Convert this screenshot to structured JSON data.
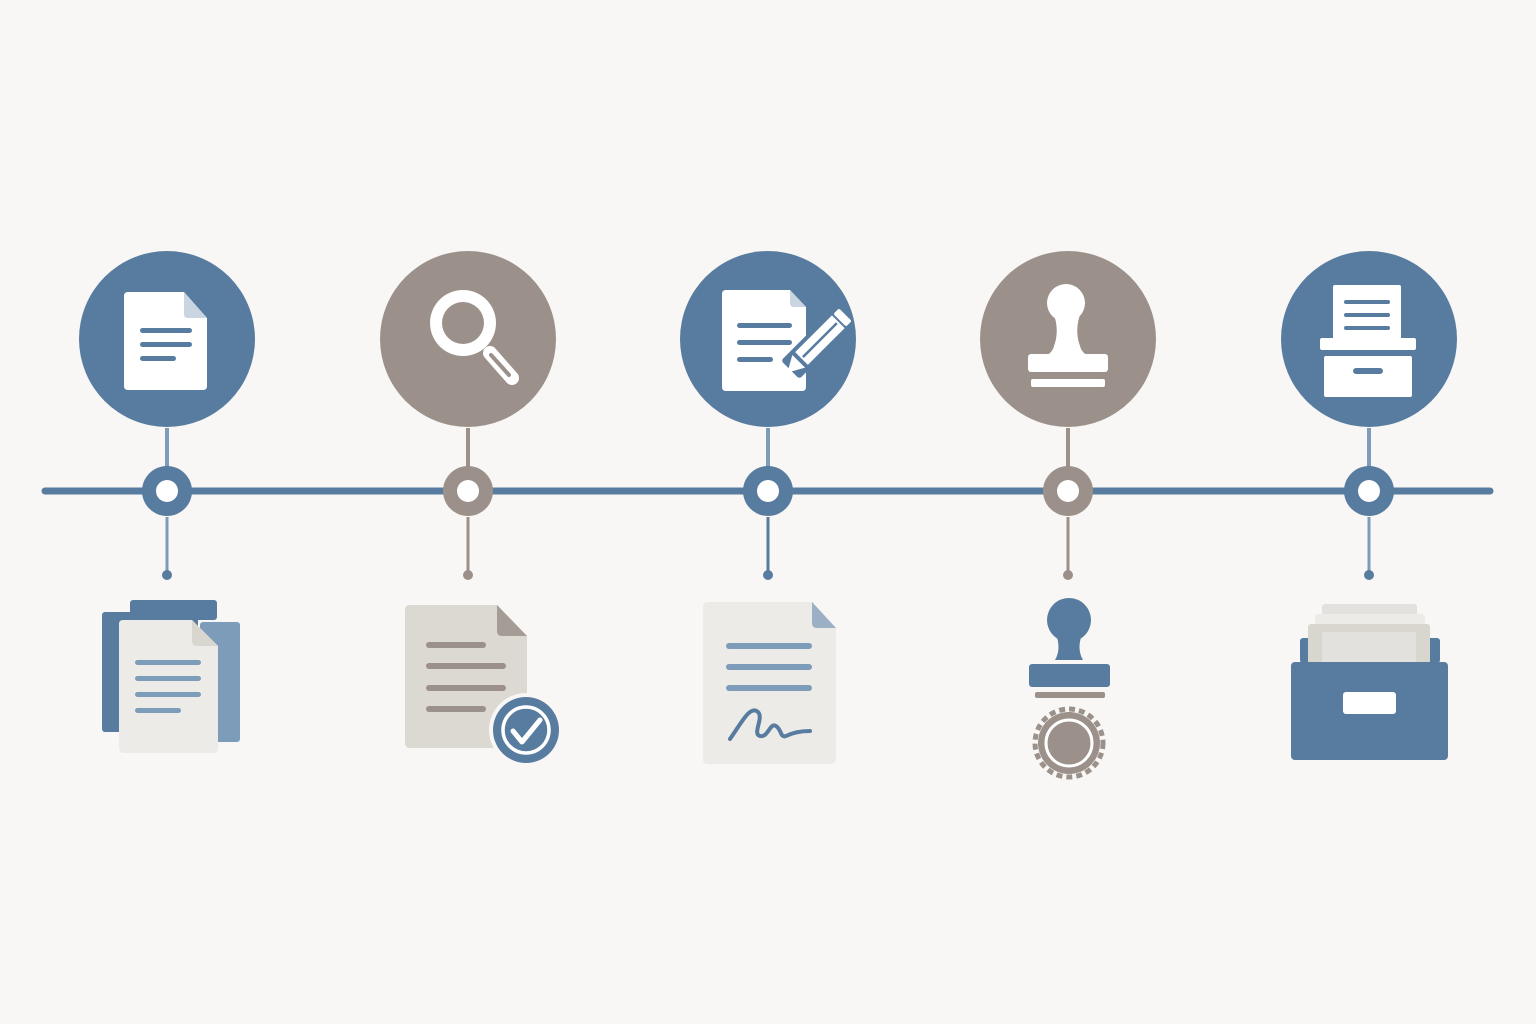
{
  "diagram": {
    "type": "process-timeline",
    "background": "#f8f7f5",
    "palette": {
      "blue": "#587c9f",
      "blue_light": "#7d9cb9",
      "taupe": "#9b918a",
      "paper": "#ecebe7",
      "paper_shade": "#d9d6d0",
      "white": "#ffffff"
    },
    "steps": [
      {
        "id": "draft",
        "top_icon": "document-icon",
        "bottom_icon": "stacked-documents-icon",
        "circle_color": "blue"
      },
      {
        "id": "review",
        "top_icon": "magnifier-icon",
        "bottom_icon": "document-checkmark-icon",
        "circle_color": "taupe"
      },
      {
        "id": "sign",
        "top_icon": "document-pencil-icon",
        "bottom_icon": "signed-document-icon",
        "circle_color": "blue"
      },
      {
        "id": "approve",
        "top_icon": "stamp-icon",
        "bottom_icon": "stamp-seal-icon",
        "circle_color": "taupe"
      },
      {
        "id": "archive",
        "top_icon": "filing-tray-icon",
        "bottom_icon": "file-drawer-icon",
        "circle_color": "blue"
      }
    ]
  }
}
